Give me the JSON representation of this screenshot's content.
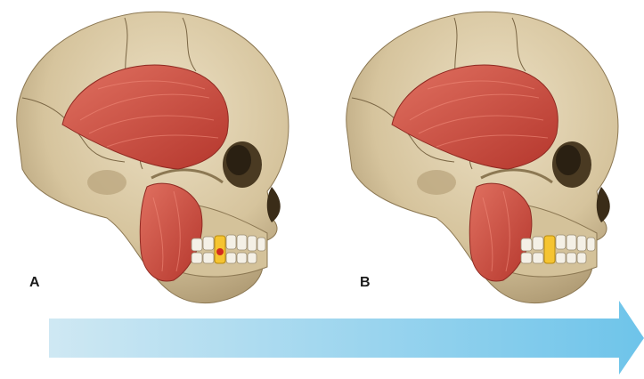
{
  "panels": [
    {
      "label": "A",
      "marker": "red-contact-point"
    },
    {
      "label": "B",
      "marker": "none"
    }
  ],
  "arrow": {
    "direction": "right"
  },
  "colors": {
    "bone": "#d9c9a5",
    "bone_shadow": "#a89470",
    "muscle": "#c8453a",
    "muscle_light": "#e07060",
    "highlight_tooth": "#f5c431",
    "contact_point": "#d22a1f",
    "arrow_start": "#cfe8f3",
    "arrow_end": "#6ec4ea"
  }
}
